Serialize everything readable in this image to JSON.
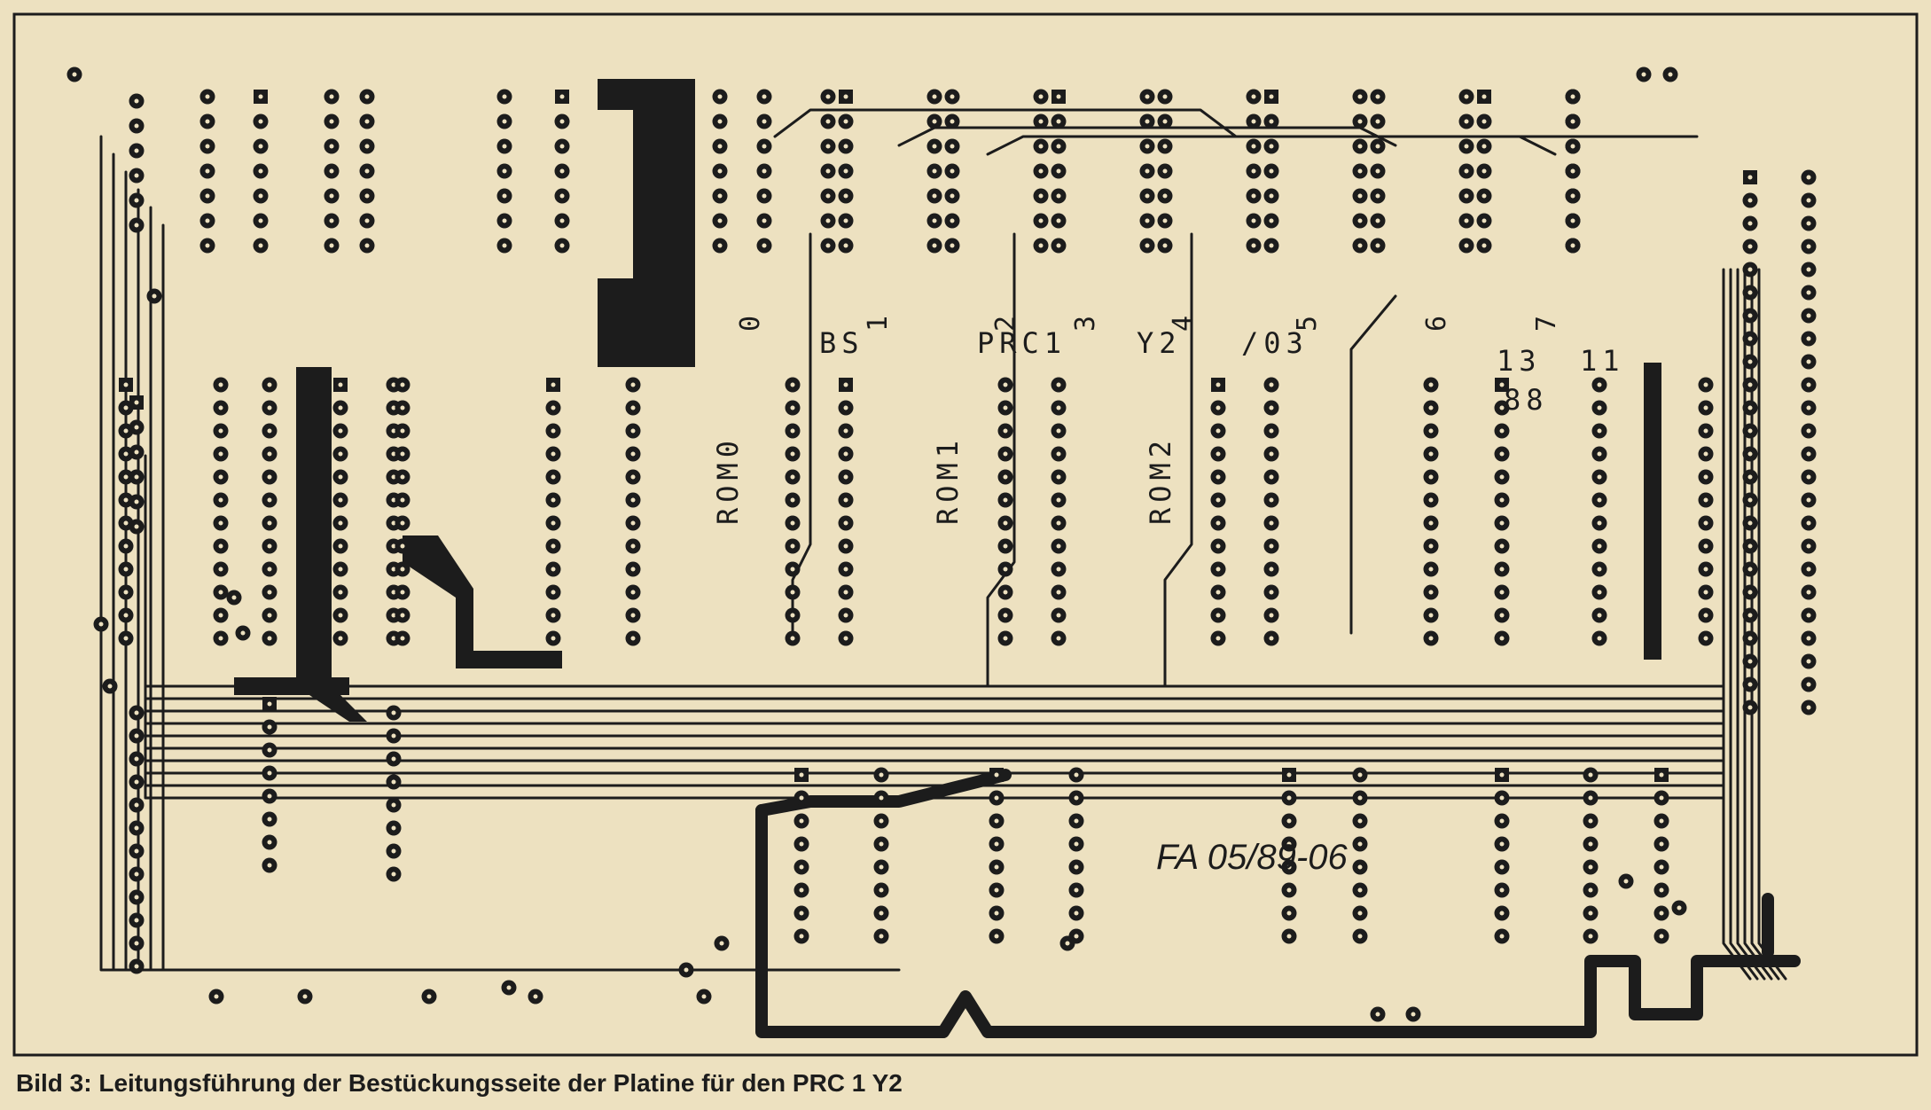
{
  "colors": {
    "paper": "#ede1c0",
    "trace": "#1c1c1c"
  },
  "board": {
    "chip_numbers": [
      "0",
      "1",
      "2",
      "3",
      "4",
      "5",
      "6",
      "7"
    ],
    "silkscreen": {
      "bs": "BS",
      "prc1": "PRC1",
      "y2": "Y2",
      "slash03": "/03",
      "n13": "13",
      "n11": "11",
      "n88": "88",
      "rom0": "ROM0",
      "rom1": "ROM1",
      "rom2": "ROM2",
      "fa_code": "FA 05/89-06"
    }
  },
  "caption": "Bild 3: Leitungsführung der Bestückungsseite der Platine für den PRC 1 Y2"
}
